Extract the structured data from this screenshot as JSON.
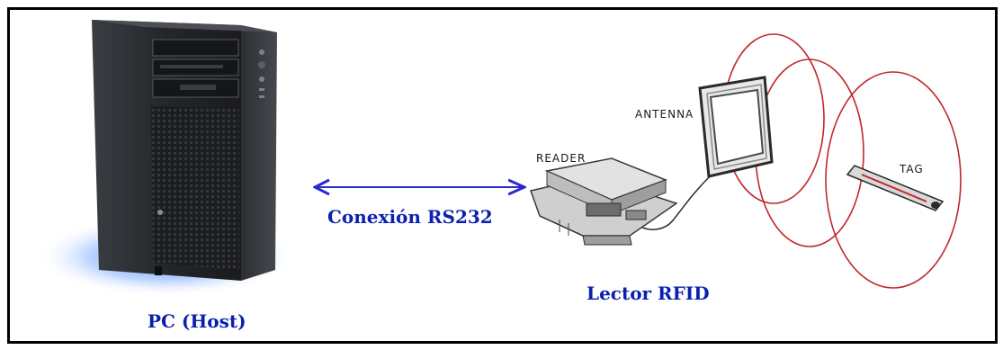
{
  "captions": {
    "pc": "PC (Host)",
    "connection": "Conexión RS232",
    "rfid": "Lector RFID"
  },
  "component_labels": {
    "reader": "READER",
    "antenna": "ANTENNA",
    "tag": "TAG"
  },
  "colors": {
    "caption_text": "#0b1fb0",
    "connection_arrow": "#2a2ad0",
    "rf_field": "#c0282c",
    "frame_border": "#000000"
  }
}
